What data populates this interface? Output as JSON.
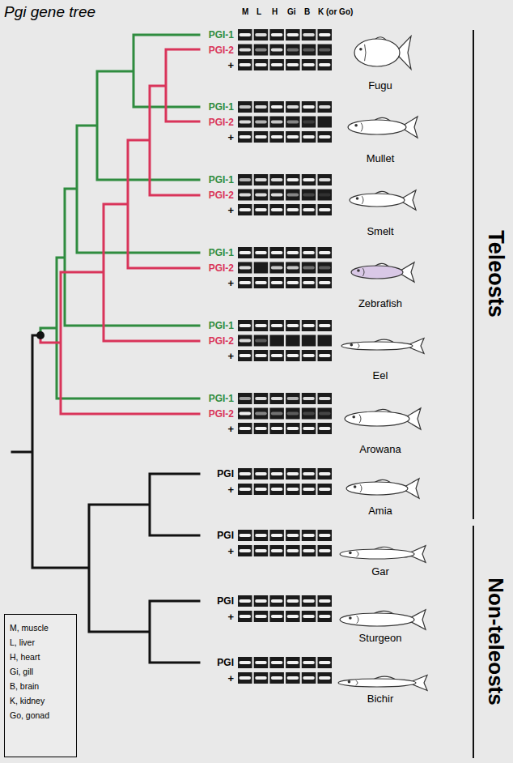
{
  "diagram": {
    "title": "Pgi gene tree",
    "labels": [
      "M",
      "L",
      "H",
      "Gi",
      "B",
      "K (or Go)",
      "PGI-1",
      "PGI-2",
      "+",
      "Fugu",
      "PGI-1",
      "PGI-2",
      "+",
      "Mullet",
      "PGI-1",
      "PGI-2",
      "+",
      "Smelt",
      "PGI-1",
      "PGI-2",
      "+",
      "Zebrafish",
      "PGI-1",
      "PGI-2",
      "+",
      "Eel",
      "PGI-1",
      "PGI-2",
      "+",
      "Arowana",
      "PGI",
      "+",
      "Amia",
      "PGI",
      "+",
      "Gar",
      "PGI",
      "+",
      "Sturgeon",
      "PGI",
      "+",
      "Bichir",
      "Teleosts",
      "Non-teleosts"
    ],
    "legend": [
      {
        "text": "M, muscle"
      },
      {
        "text": "L, liver"
      },
      {
        "text": "H, heart"
      },
      {
        "text": "Gi, gill"
      },
      {
        "text": "B, brain"
      },
      {
        "text": "K, kidney"
      },
      {
        "text": "Go, gonad"
      }
    ]
  }
}
